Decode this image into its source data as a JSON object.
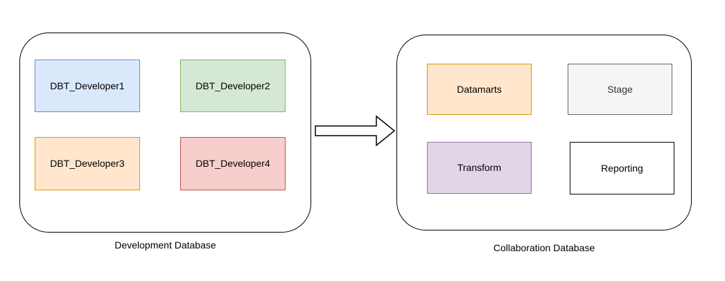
{
  "diagram": {
    "background": "#ffffff",
    "groups": {
      "development": {
        "label": "Development Database",
        "boxes": [
          {
            "label": "DBT_Developer1",
            "fill": "#dae8fc",
            "stroke": "#6c8ebf",
            "text_color": "#000000"
          },
          {
            "label": "DBT_Developer2",
            "fill": "#d5e8d4",
            "stroke": "#82b366",
            "text_color": "#000000"
          },
          {
            "label": "DBT_Developer3",
            "fill": "#ffe6cc",
            "stroke": "#d79b00",
            "text_color": "#000000"
          },
          {
            "label": "DBT_Developer4",
            "fill": "#f8cecc",
            "stroke": "#b85450",
            "text_color": "#000000"
          }
        ]
      },
      "collaboration": {
        "label": "Collaboration Database",
        "boxes": [
          {
            "label": "Datamarts",
            "fill": "#ffe6cc",
            "stroke": "#d79b00",
            "text_color": "#000000"
          },
          {
            "label": "Stage",
            "fill": "#f5f5f5",
            "stroke": "#666666",
            "text_color": "#333333"
          },
          {
            "label": "Transform",
            "fill": "#e1d5e7",
            "stroke": "#9673a6",
            "text_color": "#000000"
          },
          {
            "label": "Reporting",
            "fill": "#ffffff",
            "stroke": "#000000",
            "text_color": "#000000"
          }
        ]
      }
    },
    "arrow": {
      "direction": "right",
      "fill": "#ffffff",
      "stroke": "#000000"
    }
  }
}
